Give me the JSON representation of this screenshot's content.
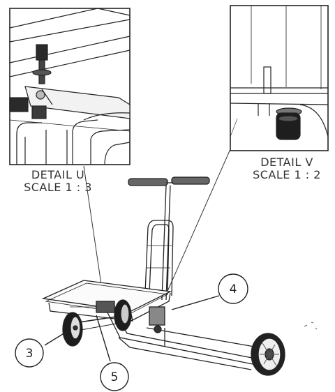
{
  "details": {
    "u": {
      "title": "DETAIL U",
      "scale": "SCALE 1 : 3"
    },
    "v": {
      "title": "DETAIL V",
      "scale": "SCALE 1 : 2"
    }
  },
  "balloons": {
    "b3": "3",
    "b4": "4",
    "b5": "5"
  }
}
